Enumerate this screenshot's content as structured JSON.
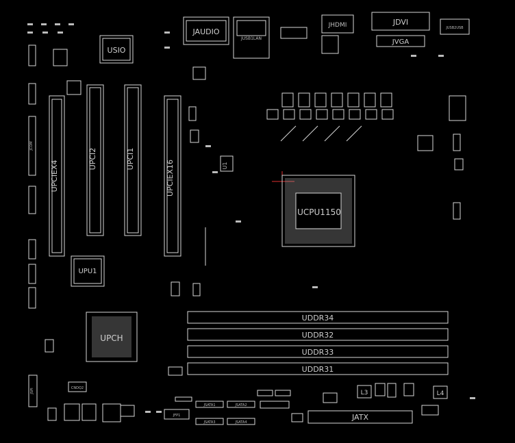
{
  "colors": {
    "background": "#000000",
    "outline": "#d8d8d8",
    "label": "#cfcfcf",
    "accent_red": "#e03030"
  },
  "labels": {
    "usio": "USIO",
    "jaudio": "JAUDIO",
    "jusb_lan": "JUSB1LAN",
    "jhdmi": "JHDMI",
    "jdvi": "JDVI",
    "jvga": "JVGA",
    "jusb_top_right": "JUSB2USB",
    "upciex4": "UPCIEX4",
    "upci2": "UPCI2",
    "upci1": "UPCI1",
    "upciex16": "UPCIEX16",
    "upu1": "UPU1",
    "upch": "UPCH",
    "ucpu": "UCPU1150",
    "uddr34": "UDDR34",
    "uddr32": "UDDR32",
    "uddr33": "UDDR33",
    "uddr31": "UDDR31",
    "jatx": "JATX",
    "l3": "L3",
    "l4": "L4",
    "u1": "U1",
    "jsata1": "JSATA1",
    "jsata2": "JSATA2",
    "jsata3": "JSATA3",
    "jsata4": "JSATA4",
    "jfp": "JFP1",
    "jspi": "JSPI",
    "jcom": "JCOM",
    "cnd2": "CNDQ2"
  }
}
